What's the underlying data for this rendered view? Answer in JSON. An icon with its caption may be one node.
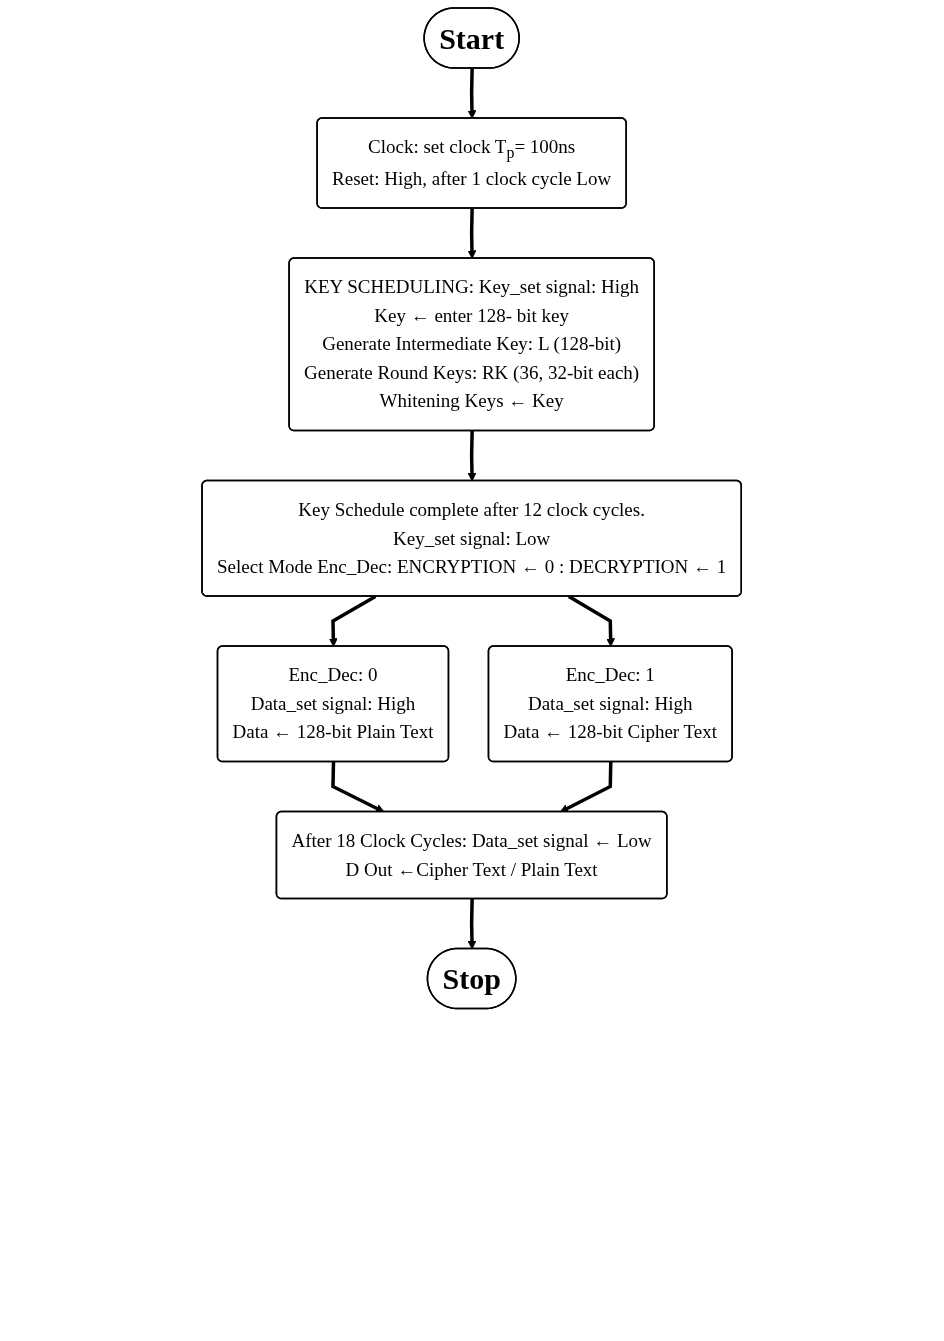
{
  "diagram": {
    "nodes": [
      {
        "text": [
          "Start"
        ]
      },
      {
        "text": [
          "Clock: set clock T$_{p}$= 100ns",
          "Reset: High, after 1 clock cycle Low"
        ]
      },
      {
        "text": [
          "KEY SCHEDULING: Key_set signal: High",
          "Key ← enter 128- bit key",
          "Generate Intermediate Key: L (128-bit)",
          "Generate Round Keys: RK (36, 32-bit each)",
          "Whitening Keys ← Key"
        ]
      },
      {
        "text": [
          "Key Schedule complete after 12 clock cycles.",
          "Key_set signal: Low",
          "Select Mode Enc_Dec: ENCRYPTION ← 0 : DECRYPTION ← 1"
        ]
      },
      {
        "text": [
          "Enc_Dec: 0",
          "Data_set signal: High",
          "Data ← 128-bit Plain Text"
        ]
      },
      {
        "text": [
          "Enc_Dec: 1",
          "Data_set signal: High",
          "Data ← 128-bit Cipher Text"
        ]
      },
      {
        "text": [
          "After 18 Clock Cycles: Data_set signal ← Low",
          "D  Out ←Cipher Text / Plain Text"
        ]
      },
      {
        "text": [
          "Stop"
        ]
      }
    ],
    "edges": [
      {
        "from": 0,
        "to": 1,
        "arrow": "to"
      },
      {
        "from": 1,
        "to": 2,
        "arrow": "to"
      },
      {
        "from": 2,
        "to": 3,
        "arrow": "to"
      },
      {
        "from": 3,
        "to": 4,
        "arrow": "to"
      },
      {
        "from": 3,
        "to": 5,
        "arrow": "to"
      },
      {
        "from": 4,
        "to": 6,
        "arrow": "to"
      },
      {
        "from": 5,
        "to": 6,
        "arrow": "to"
      },
      {
        "from": 6,
        "to": 7,
        "arrow": "to"
      }
    ]
  }
}
